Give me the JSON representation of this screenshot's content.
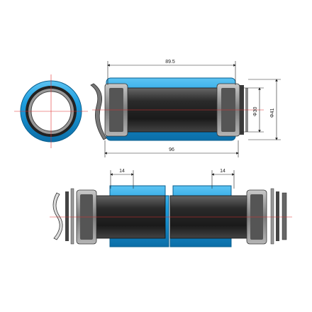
{
  "dimensions": {
    "top_width_inner": "89.5",
    "top_width_outer": "96",
    "diameter_inner": "Φ30",
    "diameter_outer": "Φ41",
    "cup_depth_left": "14",
    "cup_depth_right": "14"
  },
  "colors": {
    "cup_blue": "#1e9fe0",
    "cup_blue_dark": "#0c74b3",
    "sleeve_black": "#2b2b2b",
    "bearing_grey": "#8a8a8a",
    "dimension_line": "#222222",
    "center_line": "#e03030"
  }
}
